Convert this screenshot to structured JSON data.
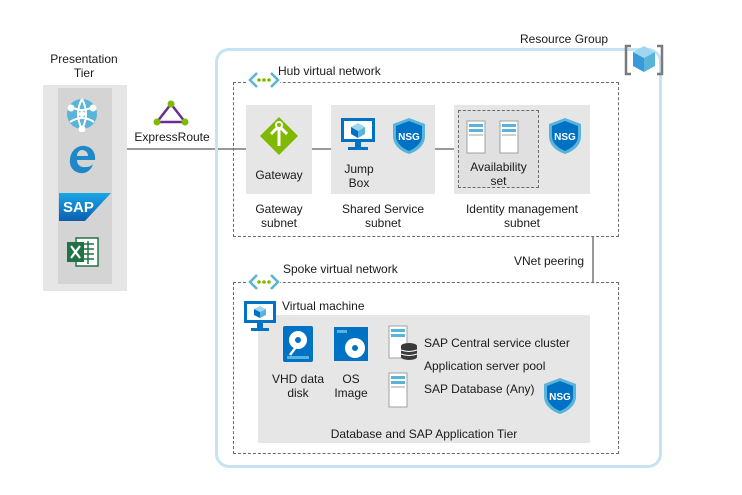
{
  "presentation_tier": {
    "title_line1": "Presentation",
    "title_line2": "Tier",
    "icons": [
      "browser-globe-icon",
      "edge-browser-icon",
      "sap-logo-icon",
      "excel-icon"
    ],
    "sap_logo_text": "SAP"
  },
  "connection": {
    "label": "ExpressRoute"
  },
  "resource_group": {
    "label": "Resource Group"
  },
  "hub": {
    "label": "Hub virtual network",
    "gateway_subnet": {
      "inner_label": "Gateway",
      "label_line1": "Gateway",
      "label_line2": "subnet"
    },
    "shared_service_subnet": {
      "inner_label_line1": "Jump",
      "inner_label_line2": "Box",
      "nsg": "NSG",
      "label_line1": "Shared Service",
      "label_line2": "subnet"
    },
    "identity_subnet": {
      "availability_line1": "Availability",
      "availability_line2": "set",
      "nsg": "NSG",
      "label_line1": "Identity management",
      "label_line2": "subnet"
    }
  },
  "peering": {
    "label": "VNet peering"
  },
  "spoke": {
    "label": "Spoke virtual network",
    "vm_label": "Virtual machine",
    "vhd_line1": "VHD data",
    "vhd_line2": "disk",
    "os_line1": "OS",
    "os_line2": "Image",
    "items": [
      "SAP Central service cluster",
      "Application server pool",
      "SAP Database (Any)"
    ],
    "nsg": "NSG",
    "tier_label": "Database and SAP Application Tier"
  },
  "colors": {
    "accent_blue": "#0072c6",
    "light_blue": "#59b4d9",
    "green": "#7fba00",
    "purple": "#6c2d91",
    "excel_green": "#217346",
    "panel_gray": "#e6e6e6"
  }
}
